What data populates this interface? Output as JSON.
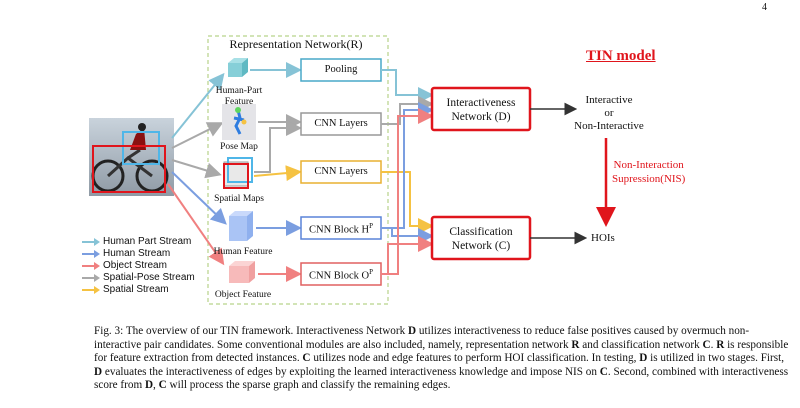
{
  "page_number": "4",
  "title": "Representation Network(R)",
  "tin_model": "TIN model",
  "labels": {
    "human_part_feature": [
      "Human-Part",
      "Feature"
    ],
    "pose_map": "Pose Map",
    "spatial_maps": "Spatial Maps",
    "human_feature": "Human Feature",
    "object_feature": "Object Feature",
    "pooling": "Pooling",
    "cnn_layers_1": "CNN Layers",
    "cnn_layers_2": "CNN Layers",
    "cnn_block_h": "CNN Block H",
    "cnn_block_h_sup": "P",
    "cnn_block_o": "CNN Block O",
    "cnn_block_o_sup": "P",
    "interactiveness_network": [
      "Interactiveness",
      "Network (D)"
    ],
    "classification_network": [
      "Classification",
      "Network (C)"
    ],
    "interactive_output": [
      "Interactive",
      "or",
      "Non-Interactive"
    ],
    "hois": "HOIs",
    "nis": [
      "Non-Interaction",
      "Supression(NIS)"
    ]
  },
  "legend": [
    {
      "label": "Human Part Stream",
      "color": "#86c3d6"
    },
    {
      "label": "Human Stream",
      "color": "#7b9ee0"
    },
    {
      "label": "Object Stream",
      "color": "#f08080"
    },
    {
      "label": "Spatial-Pose Stream",
      "color": "#a9a9a9"
    },
    {
      "label": "Spatial Stream",
      "color": "#f5c242"
    }
  ],
  "colors": {
    "accent_red": "#e0151c",
    "human_part": "#86c3d6",
    "human": "#7b9ee0",
    "object": "#f08080",
    "spatial_pose": "#a9a9a9",
    "spatial": "#f5c242",
    "dashed_border": "#b7d38a"
  },
  "caption": {
    "prefix": "Fig. 3: The overview of our TIN framework. Interactiveness Network ",
    "p1": " utilizes interactiveness to reduce false positives caused by overmuch non-interactive pair candidates. Some conventional modules are also included, namely, representation network ",
    "p2": " and classification network ",
    "p3": ". ",
    "p4": " is responsible for feature extraction from detected instances. ",
    "p5": " utilizes node and edge features to perform HOI classification. In testing, ",
    "p6": " is utilized in two stages. First, ",
    "p7": " evaluates the interactiveness of edges by exploiting the learned interactiveness knowledge and impose NIS on ",
    "p8": ". Second, combined with interactiveness score from ",
    "p9": ", ",
    "p10": " will process the sparse graph and classify the remaining edges.",
    "D": "D",
    "R": "R",
    "C": "C"
  }
}
